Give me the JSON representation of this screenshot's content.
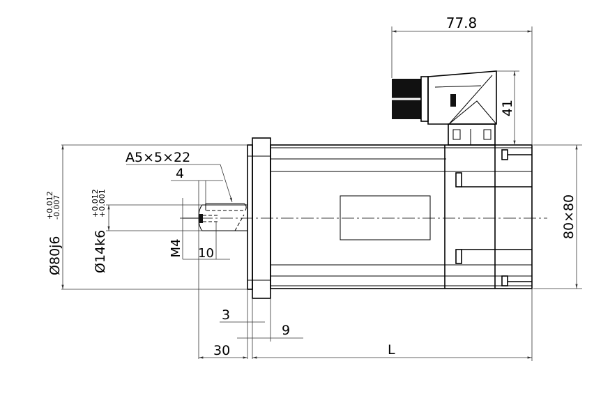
{
  "drawing": {
    "title": "Servo motor outline dimensions",
    "dimensions": {
      "connector_length": "77.8",
      "connector_height": "41",
      "flange_square": "80×80",
      "key": "A5×5×22",
      "key_offset": "4",
      "pilot_diameter": "Ø80j6",
      "pilot_tol_upper": "+0.012",
      "pilot_tol_lower": "-0.007",
      "shaft_diameter": "Ø14k6",
      "shaft_tol_upper": "+0.012",
      "shaft_tol_lower": "+0.001",
      "thread": "M4",
      "thread_depth": "10",
      "pilot_length": "3",
      "flange_thickness": "9",
      "shaft_length": "30",
      "body_length": "L"
    }
  }
}
